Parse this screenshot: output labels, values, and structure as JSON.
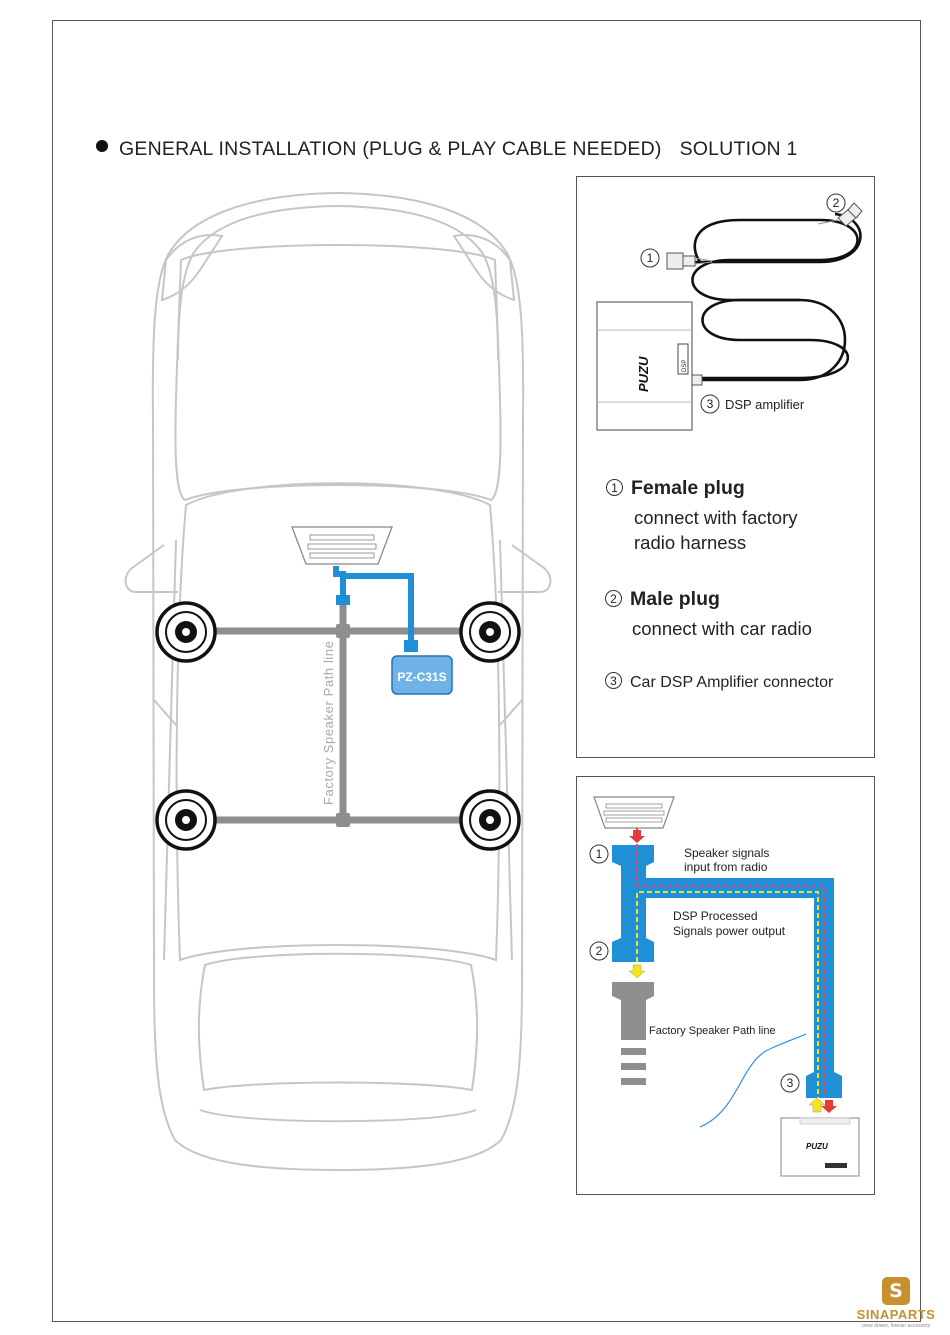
{
  "heading": {
    "title": "GENERAL INSTALLATION (PLUG & PLAY CABLE NEEDED)",
    "solution": "SOLUTION 1"
  },
  "car_diagram": {
    "module_label": "PZ-C31S",
    "path_label": "Factory Speaker Path line",
    "colors": {
      "car_outline": "#c4c4c4",
      "path_gray": "#8e8e8e",
      "cable_blue": "#1f8fd6",
      "module_fill": "#6fb2e6"
    }
  },
  "cable_panel": {
    "marker_1": "1",
    "marker_2": "2",
    "marker_3": "3",
    "amplifier_label": "DSP amplifier",
    "device_brand": "PUZU",
    "device_model": "DSP"
  },
  "legend": {
    "items": [
      {
        "num": "1",
        "title": "Female plug",
        "desc_line1": "connect with factory",
        "desc_line2": "radio harness"
      },
      {
        "num": "2",
        "title": "Male plug",
        "desc_line1": "connect with car radio"
      },
      {
        "num": "3",
        "desc_line1": "Car DSP Amplifier connector"
      }
    ]
  },
  "signal_diagram": {
    "marker_1": "1",
    "marker_2": "2",
    "marker_3": "3",
    "input_line1": "Speaker signals",
    "input_line2": "input from radio",
    "output_line1": "DSP Processed",
    "output_line2": "Signals power output",
    "path_label": "Factory Speaker Path line",
    "device_brand": "PUZU",
    "colors": {
      "cable_blue": "#1f8fd6",
      "dash_pink": "#e0457f",
      "dash_yellow": "#f2e21b",
      "arrow_red": "#e23b3b",
      "arrow_yellow": "#f5e419",
      "wire_blue": "#2f8fd8"
    }
  },
  "watermark": {
    "badge_letter": "S",
    "name": "SINAPARTS",
    "tagline": "once driven, forever accessory"
  }
}
